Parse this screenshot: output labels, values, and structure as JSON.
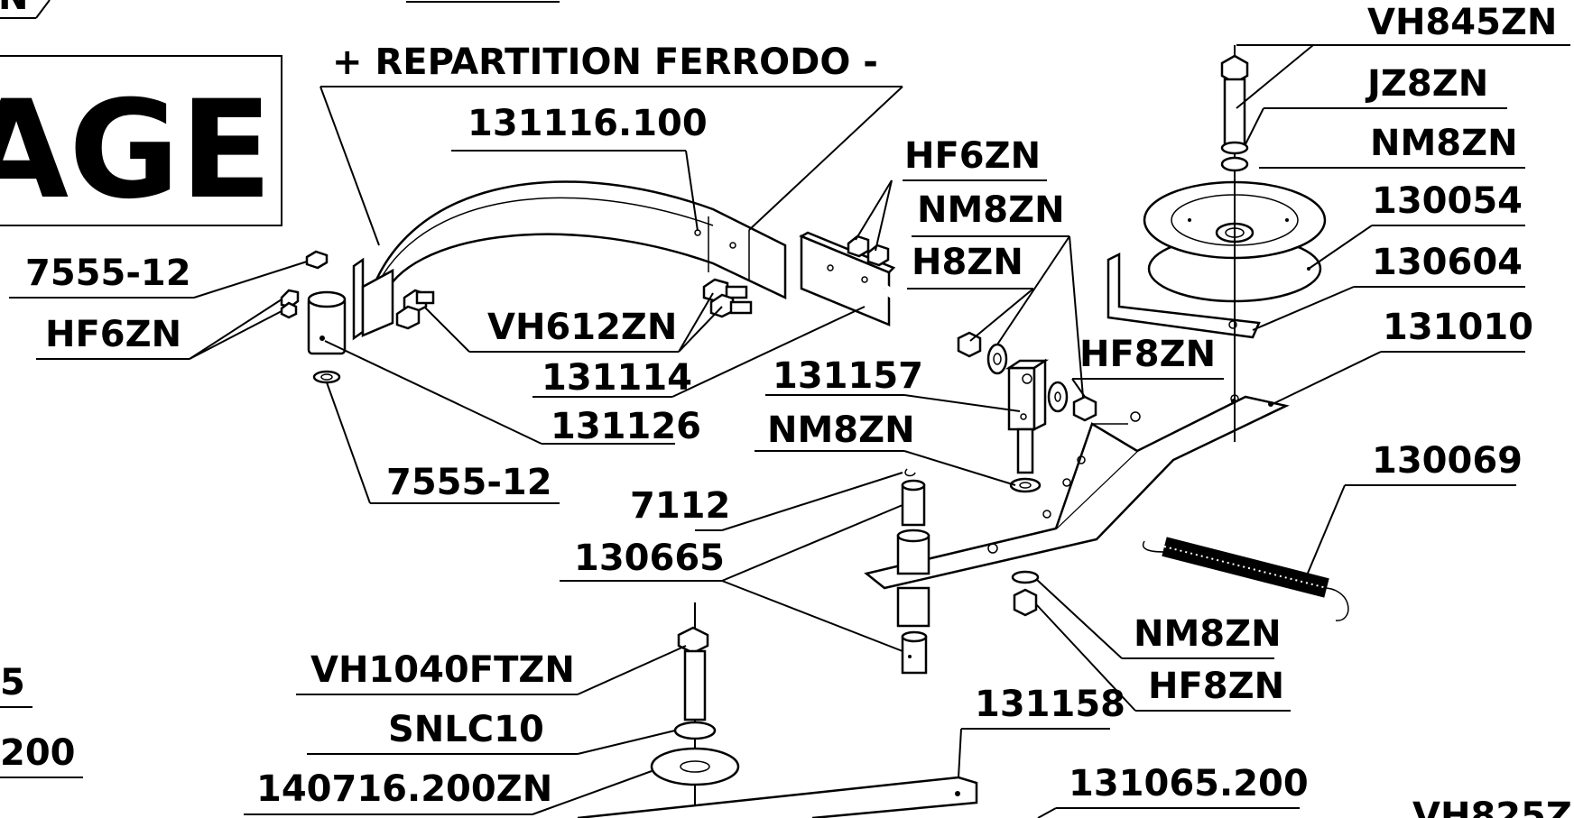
{
  "title_fragment": "AGE",
  "top_left_fragment": "N",
  "header": "+ REPARTITION FERRODO -",
  "labels": {
    "p131116_100": "131116.100",
    "hf6zn_top": "HF6ZN",
    "nm8zn_mid": "NM8ZN",
    "h8zn": "H8ZN",
    "vh845zn": "VH845ZN",
    "jz8zn": "JZ8ZN",
    "nm8zn_top": "NM8ZN",
    "p130054": "130054",
    "p130604": "130604",
    "p131010": "131010",
    "p7555_12_top": "7555-12",
    "hf6zn_left": "HF6ZN",
    "vh612zn": "VH612ZN",
    "p131114": "131114",
    "p131126": "131126",
    "p131157": "131157",
    "hf8zn_mid": "HF8ZN",
    "nm8zn_low": "NM8ZN",
    "p7555_12_low": "7555-12",
    "p7112": "7112",
    "p130665": "130665",
    "p130069": "130069",
    "nm8zn_bottom": "NM8ZN",
    "hf8zn_bottom": "HF8ZN",
    "vh1040ftzn": "VH1040FTZN",
    "snlc10": "SNLC10",
    "p140716_200zn": "140716.200ZN",
    "p131158": "131158",
    "p131065_200": "131065.200",
    "left_fragment_5": "5",
    "left_fragment_200": "200",
    "bottom_right_fragment": "VH825Z"
  }
}
